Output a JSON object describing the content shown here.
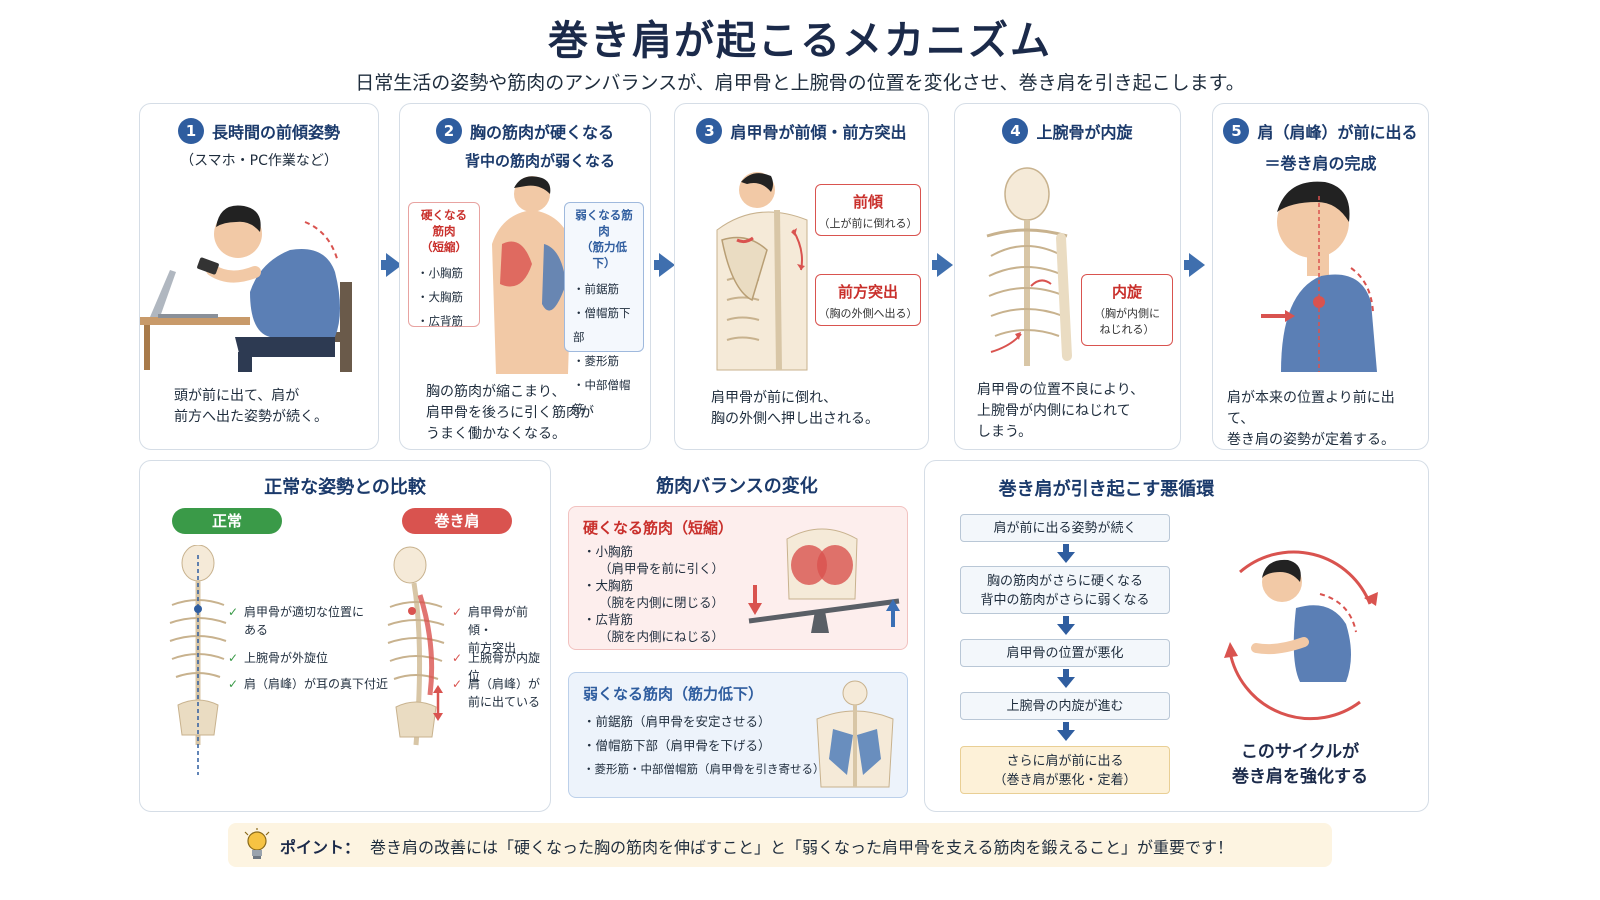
{
  "header": {
    "title": "巻き肩が起こるメカニズム",
    "subtitle": "日常生活の姿勢や筋肉のアンバランスが、肩甲骨と上腕骨の位置を変化させ、巻き肩を引き起こします。"
  },
  "steps": [
    {
      "num": "1",
      "title": "長時間の前傾姿勢",
      "sub": "（スマホ・PC作業など）",
      "desc1": "頭が前に出て、肩が",
      "desc2": "前方へ出た姿勢が続く。",
      "desc3": ""
    },
    {
      "num": "2",
      "title": "胸の筋肉が硬くなる",
      "sub": "背中の筋肉が弱くなる",
      "desc1": "胸の筋肉が縮こまり、",
      "desc2": "肩甲骨を後ろに引く筋肉が",
      "desc3": "うまく働かなくなる。"
    },
    {
      "num": "3",
      "title": "肩甲骨が前傾・前方突出",
      "sub": "",
      "desc1": "肩甲骨が前に倒れ、",
      "desc2": "胸の外側へ押し出される。",
      "desc3": ""
    },
    {
      "num": "4",
      "title": "上腕骨が内旋",
      "sub": "",
      "desc1": "肩甲骨の位置不良により、",
      "desc2": "上腕骨が内側にねじれて",
      "desc3": "しまう。"
    },
    {
      "num": "5",
      "title": "肩（肩峰）が前に出る",
      "sub": "＝巻き肩の完成",
      "desc1": "肩が本来の位置より前に出て、",
      "desc2": "巻き肩の姿勢が定着する。",
      "desc3": ""
    }
  ],
  "step2_lists": {
    "tight_head1": "硬くなる筋肉",
    "tight_head2": "（短縮）",
    "tight_items": [
      "・小胸筋",
      "・大胸筋",
      "・広背筋"
    ],
    "weak_head1": "弱くなる筋肉",
    "weak_head2": "（筋力低下）",
    "weak_items": [
      "・前鋸筋",
      "・僧帽筋下部",
      "・菱形筋",
      "・中部僧帽筋"
    ]
  },
  "step3_labels": {
    "tilt": "前傾",
    "tilt_sub": "（上が前に倒れる）",
    "protract": "前方突出",
    "protract_sub": "（胸の外側へ出る）"
  },
  "step4_labels": {
    "rot": "内旋",
    "rot_sub1": "（胸が内側に",
    "rot_sub2": "ねじれる）"
  },
  "comparison": {
    "title": "正常な姿勢との比較",
    "normal_label": "正常",
    "rounded_label": "巻き肩",
    "normal_items": [
      "肩甲骨が適切な位置に",
      "ある",
      "上腕骨が外旋位",
      "肩（肩峰）が耳の真下付近"
    ],
    "rounded_items": [
      "肩甲骨が前傾・",
      "前方突出",
      "上腕骨が内旋位",
      "肩（肩峰）が",
      "前に出ている"
    ],
    "check": "✓"
  },
  "balance": {
    "title": "筋肉バランスの変化",
    "tight_head": "硬くなる筋肉（短縮）",
    "tight_lines": [
      "・小胸筋",
      "（肩甲骨を前に引く）",
      "・大胸筋",
      "（腕を内側に閉じる）",
      "・広背筋",
      "（腕を内側にねじる）"
    ],
    "weak_head": "弱くなる筋肉（筋力低下）",
    "weak_lines": [
      "・前鋸筋（肩甲骨を安定させる）",
      "・僧帽筋下部（肩甲骨を下げる）",
      "・菱形筋・中部僧帽筋（肩甲骨を引き寄せる）"
    ]
  },
  "cycle": {
    "title": "巻き肩が引き起こす悪循環",
    "boxes": [
      [
        "肩が前に出る姿勢が続く"
      ],
      [
        "胸の筋肉がさらに硬くなる",
        "背中の筋肉がさらに弱くなる"
      ],
      [
        "肩甲骨の位置が悪化"
      ],
      [
        "上腕骨の内旋が進む"
      ],
      [
        "さらに肩が前に出る",
        "（巻き肩が悪化・定着）"
      ]
    ],
    "caption1": "このサイクルが",
    "caption2": "巻き肩を強化する"
  },
  "point": {
    "label": "ポイント：",
    "text": "巻き肩の改善には「硬くなった胸の筋肉を伸ばすこと」と「弱くなった肩甲骨を支える筋肉を鍛えること」が重要です！"
  },
  "colors": {
    "navy": "#1b3a6b",
    "blue": "#2f5d9f",
    "red": "#d9534f",
    "green": "#3a9a48",
    "skin": "#f2c9a6",
    "shirt": "#5b7fb5"
  }
}
